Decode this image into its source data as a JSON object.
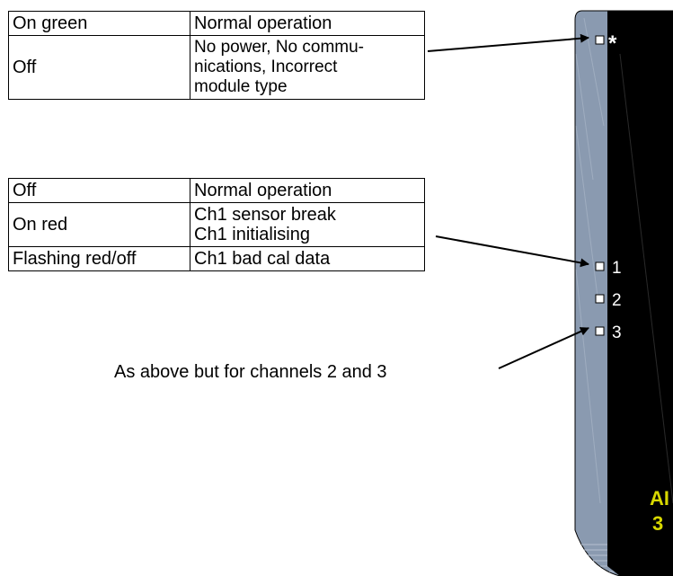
{
  "status_table": {
    "rows": [
      {
        "state": "On green",
        "meaning": "Normal operation"
      },
      {
        "state": "Off",
        "meaning": "No power, No commu-nications, Incorrect module type",
        "meaning_lines": [
          "No power, No commu-",
          "nications, Incorrect",
          "module type"
        ]
      }
    ]
  },
  "channel_table": {
    "rows": [
      {
        "state": "Off",
        "meaning_lines": [
          "Normal operation"
        ]
      },
      {
        "state": "On red",
        "meaning_lines": [
          "Ch1 sensor break",
          "Ch1 initialising"
        ]
      },
      {
        "state": "Flashing red/off",
        "meaning_lines": [
          "Ch1 bad cal data"
        ]
      }
    ]
  },
  "caption": "As above but for channels 2 and 3",
  "module": {
    "status_led_symbol": "*",
    "channel_labels": [
      "1",
      "2",
      "3"
    ],
    "module_label_line1": "AI",
    "module_label_line2": "3",
    "label_color": "#d8d800",
    "panel_color": "#000000",
    "bezel_color": "#8a9ab0"
  }
}
